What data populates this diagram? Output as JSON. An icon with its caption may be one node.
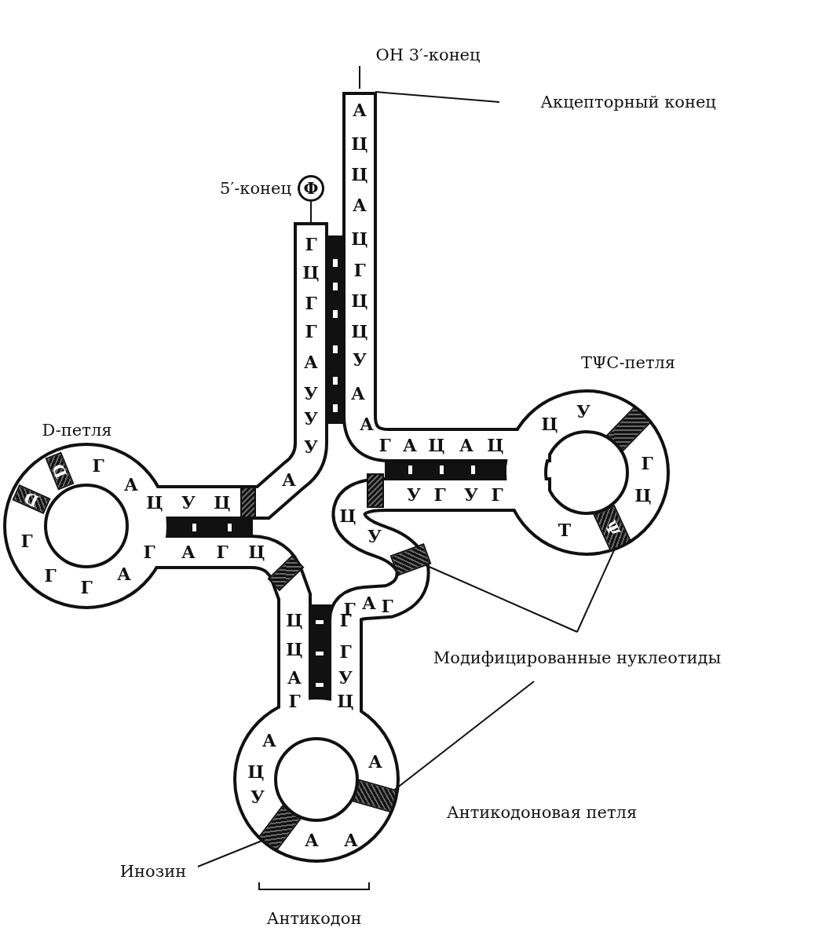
{
  "diagram": {
    "nodes": [
      {
        "text": [
          "ОН 3′-конец"
        ]
      },
      {
        "text": [
          "Акцепторный конец"
        ]
      },
      {
        "text": [
          "Ф"
        ],
        "beside": [
          "5′-конец"
        ]
      },
      {
        "text": [
          "D"
        ]
      },
      {
        "text": [
          "D"
        ]
      },
      {
        "text": [],
        "shape": "bar"
      },
      {
        "text": [],
        "shape": "bar"
      },
      {
        "text": [],
        "shape": "bar"
      },
      {
        "text": [],
        "shape": "bar"
      },
      {
        "text": [
          "Ψ"
        ]
      },
      {
        "text": [],
        "shape": "bar"
      },
      {
        "text": [],
        "shape": "bar"
      },
      {
        "text": [],
        "shape": "bar"
      },
      {
        "text": [
          "Модифицированные нуклеотиды"
        ]
      },
      {
        "text": [
          "Инозин"
        ]
      }
    ],
    "edges": [
      {
        "from": 0,
        "to": null,
        "arrow": "none"
      },
      {
        "from": 1,
        "to": null,
        "arrow": "none"
      },
      {
        "from": 2,
        "to": null,
        "arrow": "none"
      },
      {
        "from": 13,
        "to": 8,
        "arrow": "none"
      },
      {
        "from": 13,
        "to": 9,
        "arrow": "none"
      },
      {
        "from": 13,
        "to": 11,
        "arrow": "none"
      },
      {
        "from": 14,
        "to": 12,
        "arrow": "none"
      }
    ],
    "labels": [
      "ТΨС-петля",
      "D-петля",
      "А",
      "Ц",
      "Ц",
      "А",
      "Ц",
      "Г",
      "Ц",
      "Ц",
      "У",
      "А",
      "А",
      "Г",
      "Ц",
      "Г",
      "Г",
      "А",
      "У",
      "У",
      "У",
      "А",
      "Ц",
      "У",
      "Ц",
      "Г",
      "А",
      "Г",
      "Г",
      "Г",
      "А",
      "Г",
      "А",
      "Г",
      "Ц",
      "Ц",
      "Ц",
      "А",
      "Г",
      "А",
      "Ц",
      "У",
      "А",
      "А",
      "А",
      "Г",
      "Г",
      "У",
      "Ц",
      "Г",
      "А",
      "Г",
      "Ц",
      "У",
      "У",
      "Г",
      "У",
      "Г",
      "Т",
      "Ц",
      "Г",
      "У",
      "Ц",
      "Г",
      "А",
      "Ц",
      "А",
      "Ц",
      "Антикодоновая петля",
      "Антикодон"
    ]
  }
}
